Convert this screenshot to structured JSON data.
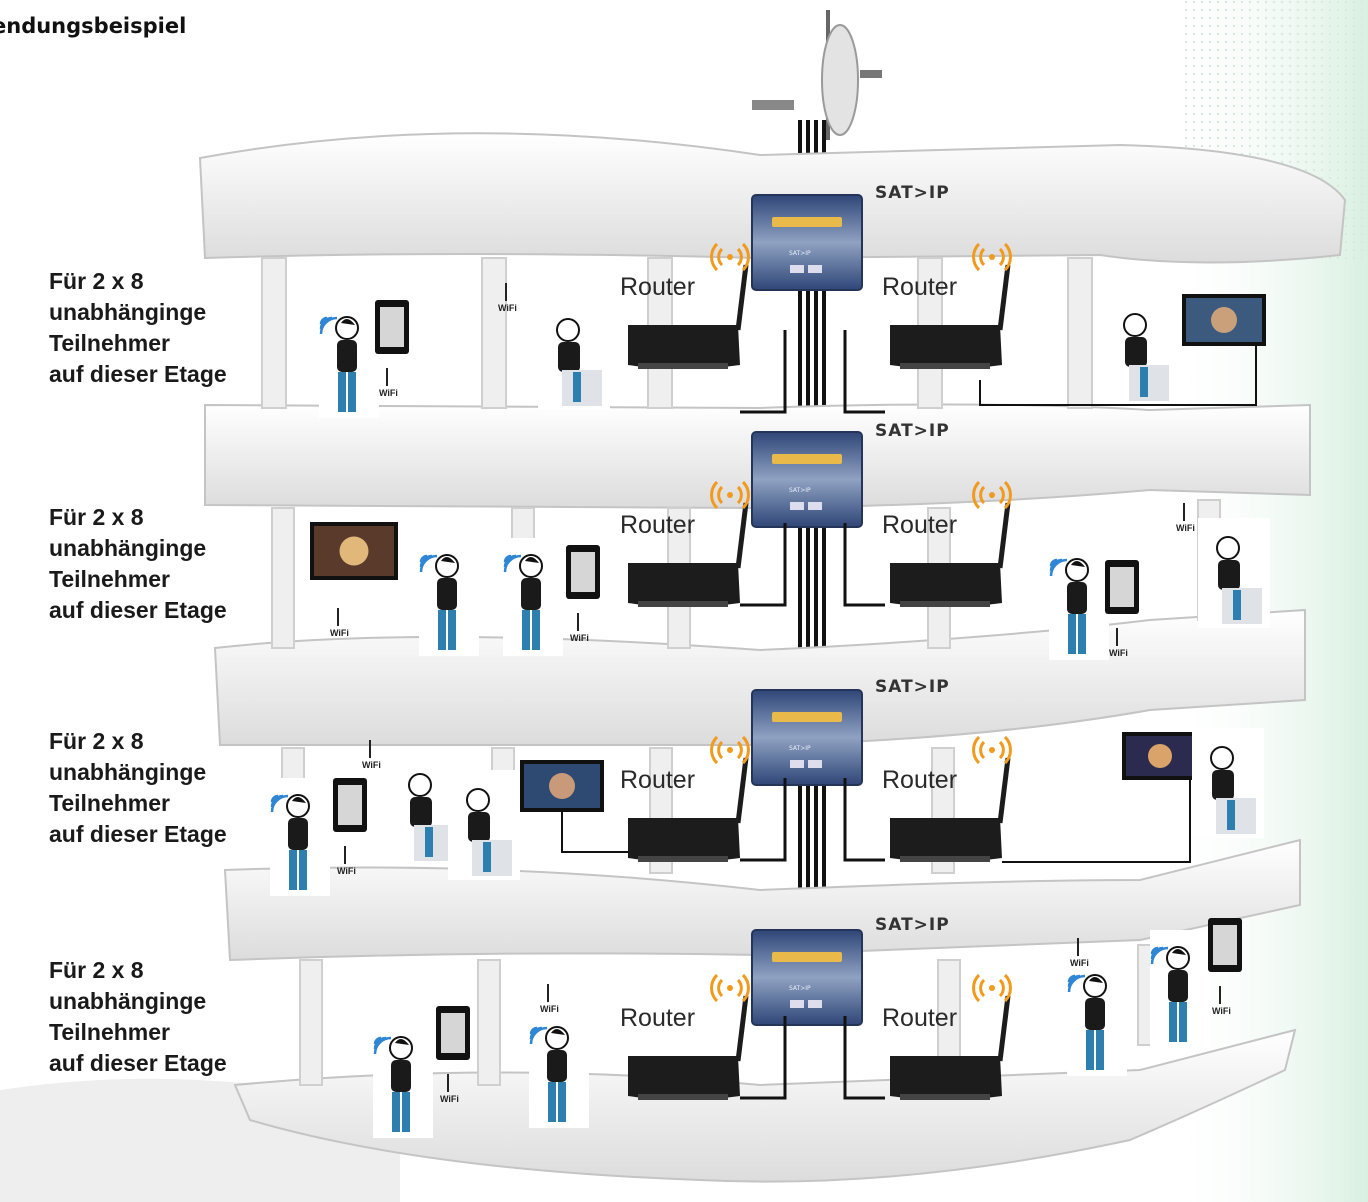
{
  "heading": "endungsbeispiel",
  "floor_label": {
    "line1": "Für 2 x 8",
    "line2": "unabhänginge",
    "line3": "Teilnehmer",
    "line4": "auf dieser Etage"
  },
  "router_label": "Router",
  "satip_label": "SAT>IP",
  "wifi_label": "WiFi",
  "device_text": "SAT>IP",
  "colors": {
    "building": "#f4f4f4",
    "building_edge": "#c9c9c9",
    "router": "#1c1c1c",
    "signal": "#f29a1d",
    "wifi_wave": "#2f86d4",
    "person_pants": "#2d7fb0",
    "device_blue": "#3d5686",
    "accent_green": "#cfe9d8"
  }
}
